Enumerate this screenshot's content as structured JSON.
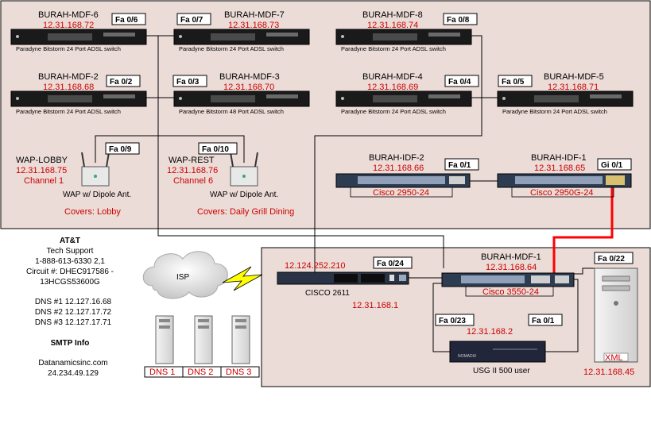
{
  "colors": {
    "region_fill": "#ecdcd7",
    "link_red": "#ff0000",
    "ip_red": "#cc0000"
  },
  "switches_adsl": [
    {
      "name": "BURAH-MDF-6",
      "ip": "12.31.168.72",
      "port": "Fa 0/6",
      "sub": "Paradyne Bitstorm 24 Port ADSL switch"
    },
    {
      "name": "BURAH-MDF-7",
      "ip": "12.31.168.73",
      "port": "Fa 0/7",
      "sub": "Paradyne Bitstorm 24 Port ADSL switch"
    },
    {
      "name": "BURAH-MDF-8",
      "ip": "12.31.168.74",
      "port": "Fa 0/8",
      "sub": "Paradyne Bitstorm 24 Port ADSL switch"
    },
    {
      "name": "BURAH-MDF-2",
      "ip": "12.31.168.68",
      "port": "Fa 0/2",
      "sub": "Paradyne Bitstorm 24 Port ADSL switch"
    },
    {
      "name": "BURAH-MDF-3",
      "ip": "12.31.168.70",
      "port": "Fa 0/3",
      "sub": "Paradyne Bitstorm 48 Port ADSL switch"
    },
    {
      "name": "BURAH-MDF-4",
      "ip": "12.31.168.69",
      "port": "Fa 0/4",
      "sub": "Paradyne Bitstorm 24 Port ADSL switch"
    },
    {
      "name": "BURAH-MDF-5",
      "ip": "12.31.168.71",
      "port": "Fa 0/5",
      "sub": "Paradyne Bitstorm 24 Port ADSL switch"
    }
  ],
  "waps": [
    {
      "name": "WAP-LOBBY",
      "ip": "12.31.168.75",
      "channel": "Channel 1",
      "port": "Fa 0/9",
      "label": "WAP w/ Dipole Ant.",
      "covers": "Covers:  Lobby"
    },
    {
      "name": "WAP-REST",
      "ip": "12.31.168.76",
      "channel": "Channel 6",
      "port": "Fa 0/10",
      "label": "WAP w/ Dipole Ant.",
      "covers": "Covers: Daily Grill Dining"
    }
  ],
  "idf": [
    {
      "name": "BURAH-IDF-2",
      "ip": "12.31.168.66",
      "port": "Fa 0/1",
      "model": "Cisco 2950-24"
    },
    {
      "name": "BURAH-IDF-1",
      "ip": "12.31.168.65",
      "port": "Gi 0/1",
      "model": "Cisco 2950G-24"
    }
  ],
  "att": {
    "title": "AT&T",
    "support": "Tech Support",
    "phone": "1-888-613-6330  2,1",
    "circuit": "Circuit #: DHEC917586 -",
    "circuit2": "13HCGS53600G",
    "dns1": "DNS #1 12.127.16.68",
    "dns2": "DNS #2 12.127.17.72",
    "dns3": "DNS #3 12.127.17.71",
    "smtp_title": "SMTP Info",
    "smtp_host": "Datanamicsinc.com",
    "smtp_ip": "24.234.49.129"
  },
  "isp_label": "ISP",
  "router": {
    "wan_ip": "12.124.252.210",
    "name": "CISCO 2611",
    "lan_ip": "12.31.168.1",
    "port": "Fa 0/24"
  },
  "core": {
    "name": "BURAH-MDF-1",
    "ip": "12.31.168.64",
    "model": "Cisco 3550-24"
  },
  "firewall": {
    "port_left": "Fa 0/23",
    "ip": "12.31.168.2",
    "port_right": "Fa 0/1",
    "name": "USG II 500 user",
    "brand": "NOMADIX"
  },
  "server": {
    "port": "Fa 0/22",
    "label": "XML",
    "ip": "12.31.168.45"
  },
  "dns_servers": [
    "DNS 1",
    "DNS 2",
    "DNS 3"
  ]
}
